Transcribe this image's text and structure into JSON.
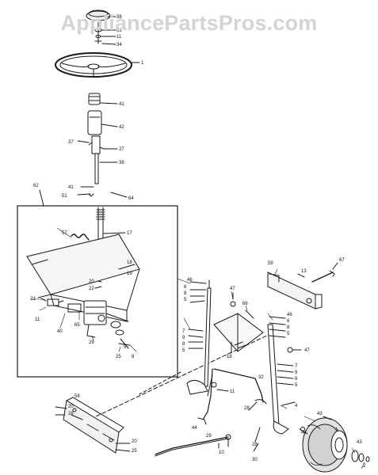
{
  "watermark": "AppliancePartsPros.com",
  "callouts": {
    "steering_top": [
      "38",
      "63",
      "11",
      "34",
      "1",
      "41",
      "42",
      "37",
      "27",
      "36"
    ],
    "inset": [
      "62",
      "41",
      "51",
      "64",
      "57",
      "17",
      "18",
      "19",
      "20",
      "22",
      "23",
      "11",
      "40",
      "65",
      "29",
      "25",
      "8",
      "5"
    ],
    "left_arm": [
      "46",
      "6",
      "8",
      "5",
      "47",
      "66",
      "7",
      "9",
      "8",
      "5",
      "18"
    ],
    "right_arm": [
      "46",
      "6",
      "8",
      "5",
      "47",
      "7",
      "9",
      "8",
      "5",
      "4"
    ],
    "bracket": [
      "59",
      "13",
      "67"
    ],
    "drag_link": [
      "32",
      "11",
      "28",
      "44",
      "29",
      "10",
      "28",
      "30"
    ],
    "axle": [
      "58",
      "20",
      "28",
      "20",
      "25"
    ],
    "wheel": [
      "43",
      "43",
      "2",
      "44"
    ]
  },
  "colors": {
    "line": "#1a1a1a",
    "watermark": "#d4d4d4",
    "background": "#ffffff"
  }
}
